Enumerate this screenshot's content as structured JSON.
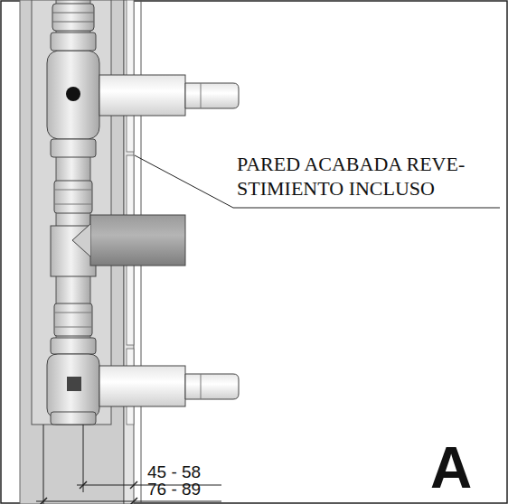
{
  "diagram": {
    "labels": [
      "PARED ACABADA REVE- STIMIENTO INCLUSO",
      "45 - 58",
      "76 - 89",
      "A"
    ]
  }
}
